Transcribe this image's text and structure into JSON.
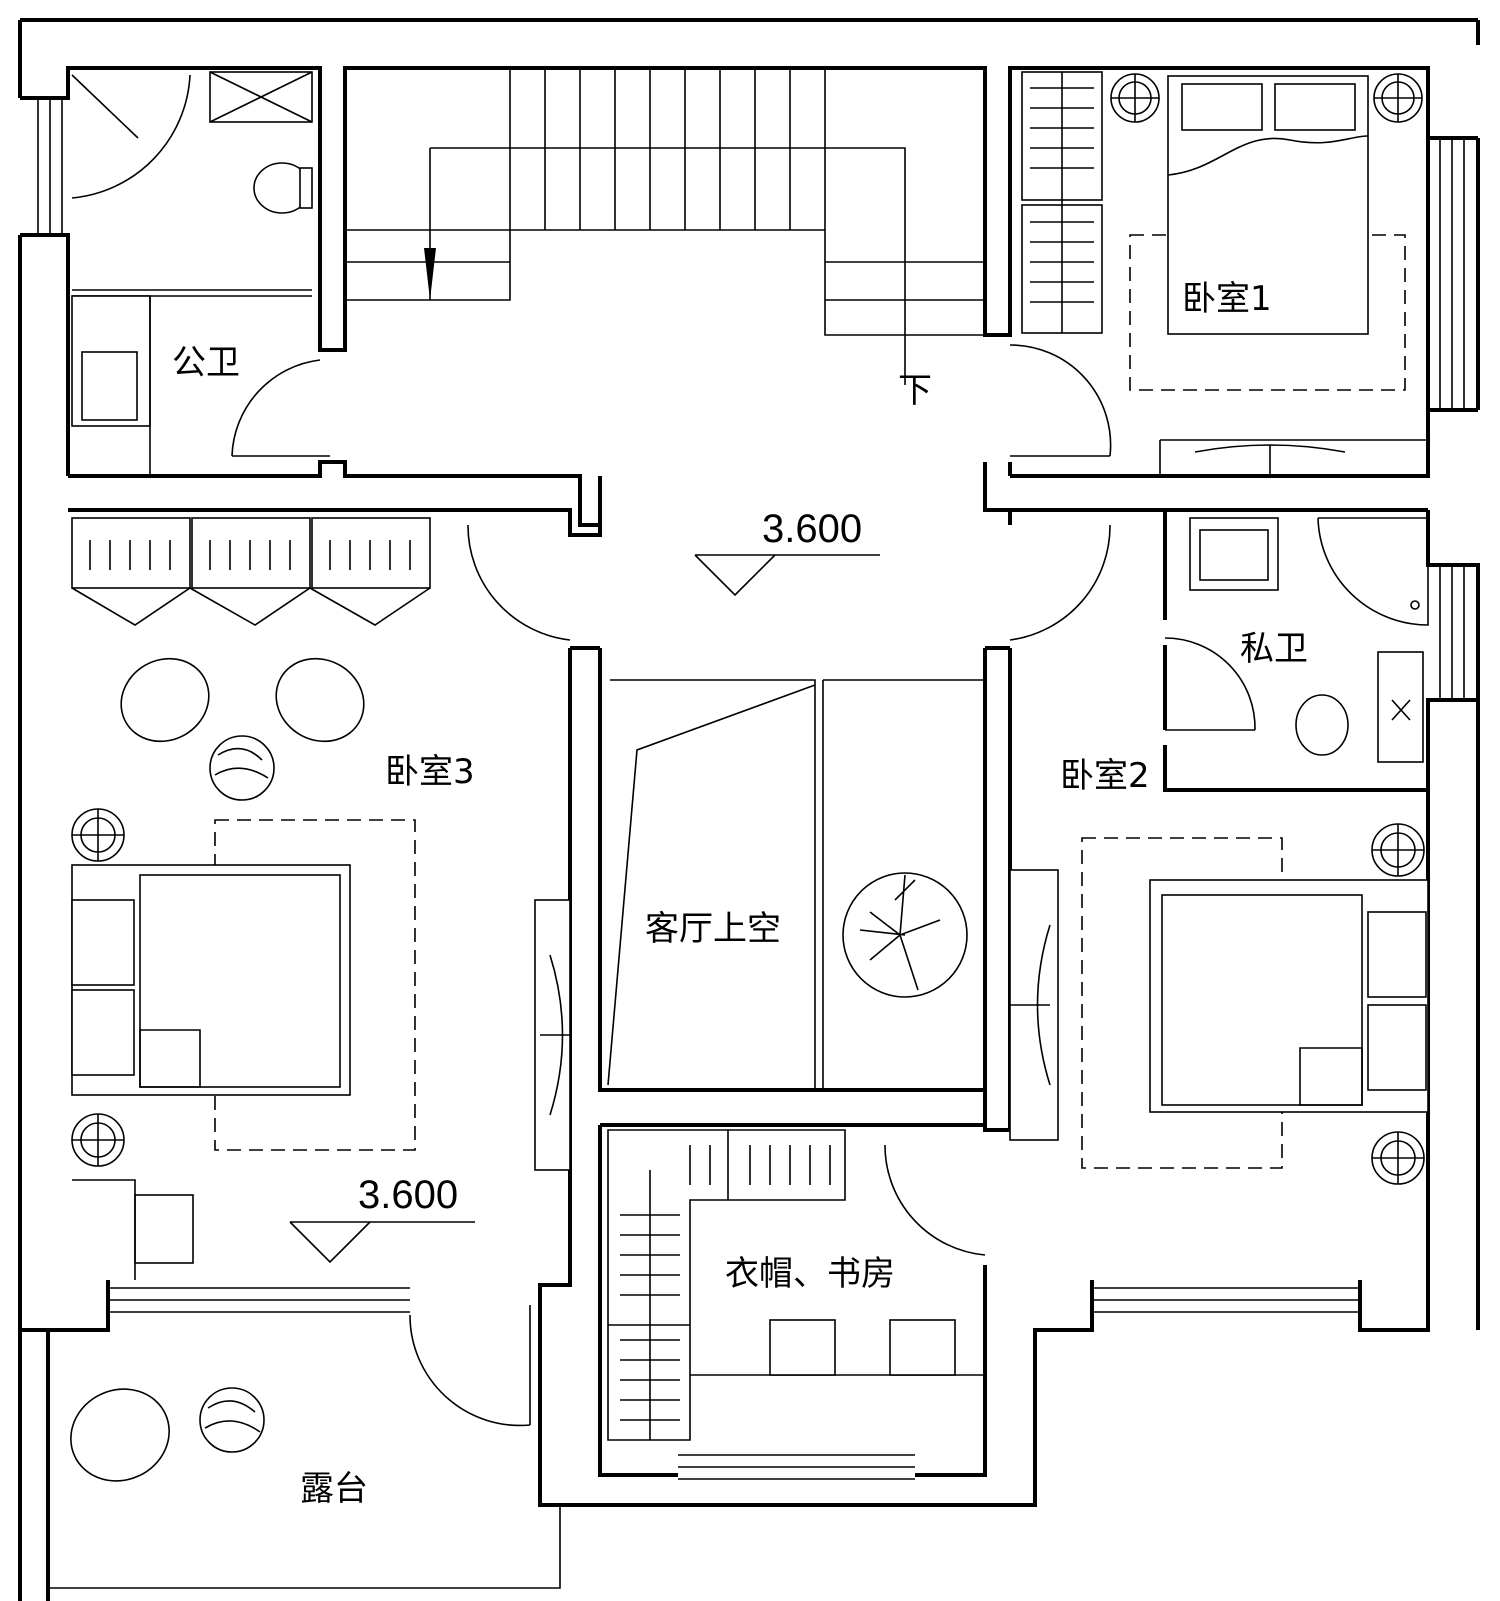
{
  "rooms": {
    "public_bath": "公卫",
    "bedroom1": "卧室1",
    "bedroom2": "卧室2",
    "bedroom3": "卧室3",
    "private_bath": "私卫",
    "living_void": "客厅上空",
    "closet_study": "衣帽、书房",
    "terrace": "露台"
  },
  "stair_down": "下",
  "levels": {
    "corridor": "3.600",
    "bedroom3": "3.600"
  }
}
